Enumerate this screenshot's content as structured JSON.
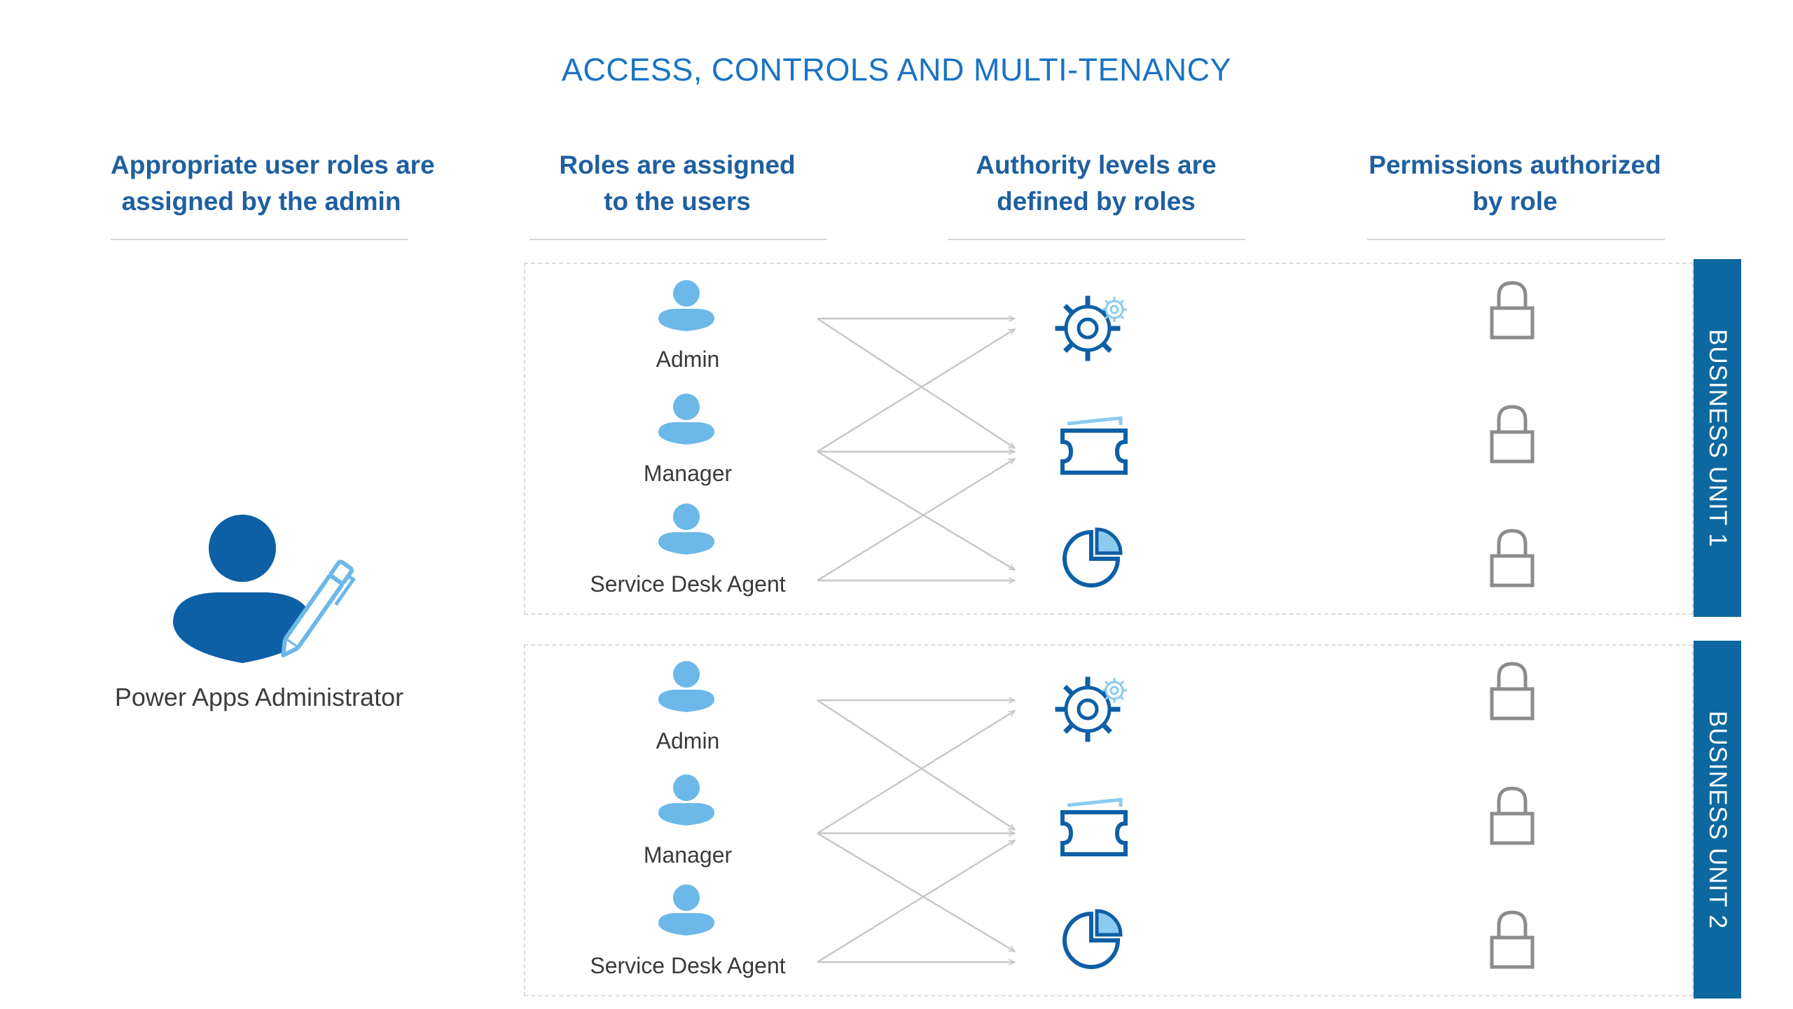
{
  "title": "ACCESS, CONTROLS AND MULTI-TENANCY",
  "columns": [
    {
      "line1": "Appropriate user roles are",
      "line2": "assigned by the admin"
    },
    {
      "line1": "Roles are assigned",
      "line2": "to the users"
    },
    {
      "line1": "Authority levels are",
      "line2": "defined by roles"
    },
    {
      "line1": "Permissions authorized",
      "line2": "by role"
    }
  ],
  "administrator": {
    "label": "Power Apps Administrator",
    "icon": "admin-with-pen-icon"
  },
  "business_units": [
    {
      "label": "BUSINESS UNIT 1",
      "roles": [
        "Admin",
        "Manager",
        "Service Desk Agent"
      ],
      "authority_icons": [
        "gear-icon",
        "ticket-icon",
        "pie-chart-icon"
      ],
      "permission_icon": "lock-icon"
    },
    {
      "label": "BUSINESS UNIT 2",
      "roles": [
        "Admin",
        "Manager",
        "Service Desk Agent"
      ],
      "authority_icons": [
        "gear-icon",
        "ticket-icon",
        "pie-chart-icon"
      ],
      "permission_icon": "lock-icon"
    }
  ],
  "colors": {
    "title": "#1a73c4",
    "heading": "#1f5fa0",
    "admin_icon": "#0d5fa6",
    "user_icon": "#6cb8e8",
    "authority_icon": "#0d5fa6",
    "authority_accent": "#8ccbf0",
    "lock": "#8c8c8c",
    "connector": "#c8c8c8",
    "business_unit_bar": "#0d68a0"
  }
}
